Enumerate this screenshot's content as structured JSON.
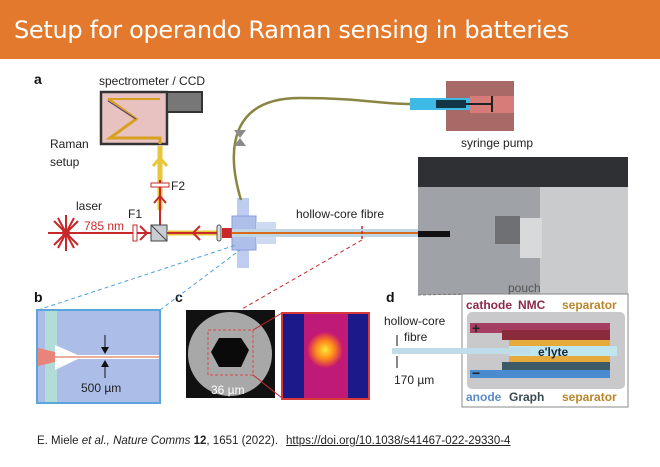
{
  "slide": {
    "title": "Setup for operando Raman sensing in batteries",
    "accent_color": "#E2792C"
  },
  "figure": {
    "panel_labels": [
      "a",
      "b",
      "c",
      "d"
    ],
    "panel_a": {
      "spectrometer": "spectrometer / CCD",
      "raman_line1": "Raman",
      "raman_line2": "setup",
      "laser": "laser",
      "wavelength": "785 nm",
      "filter1": "F1",
      "filter2": "F2",
      "fibre": "hollow-core fibre",
      "pump": "syringe pump"
    },
    "panel_b": {
      "scale": "500 µm"
    },
    "panel_c": {
      "scale": "36 µm"
    },
    "panel_d": {
      "pouch": "pouch",
      "cathode": "cathode",
      "cathode_material": "NMC",
      "separator_top": "separator",
      "fibre_line1": "hollow-core",
      "fibre_line2": "fibre",
      "electrolyte": "e'lyte",
      "diameter": "170 µm",
      "anode": "anode",
      "anode_material": "Graph",
      "separator_bottom": "separator",
      "plus": "+",
      "minus": "−"
    }
  },
  "citation": {
    "authors": "E. Miele ",
    "etal": "et al.,",
    "journal": " Nature Comms ",
    "volume": "12",
    "pages_year": ", 1651 (2022).",
    "doi": "https://doi.org/10.1038/s41467-022-29330-4"
  }
}
